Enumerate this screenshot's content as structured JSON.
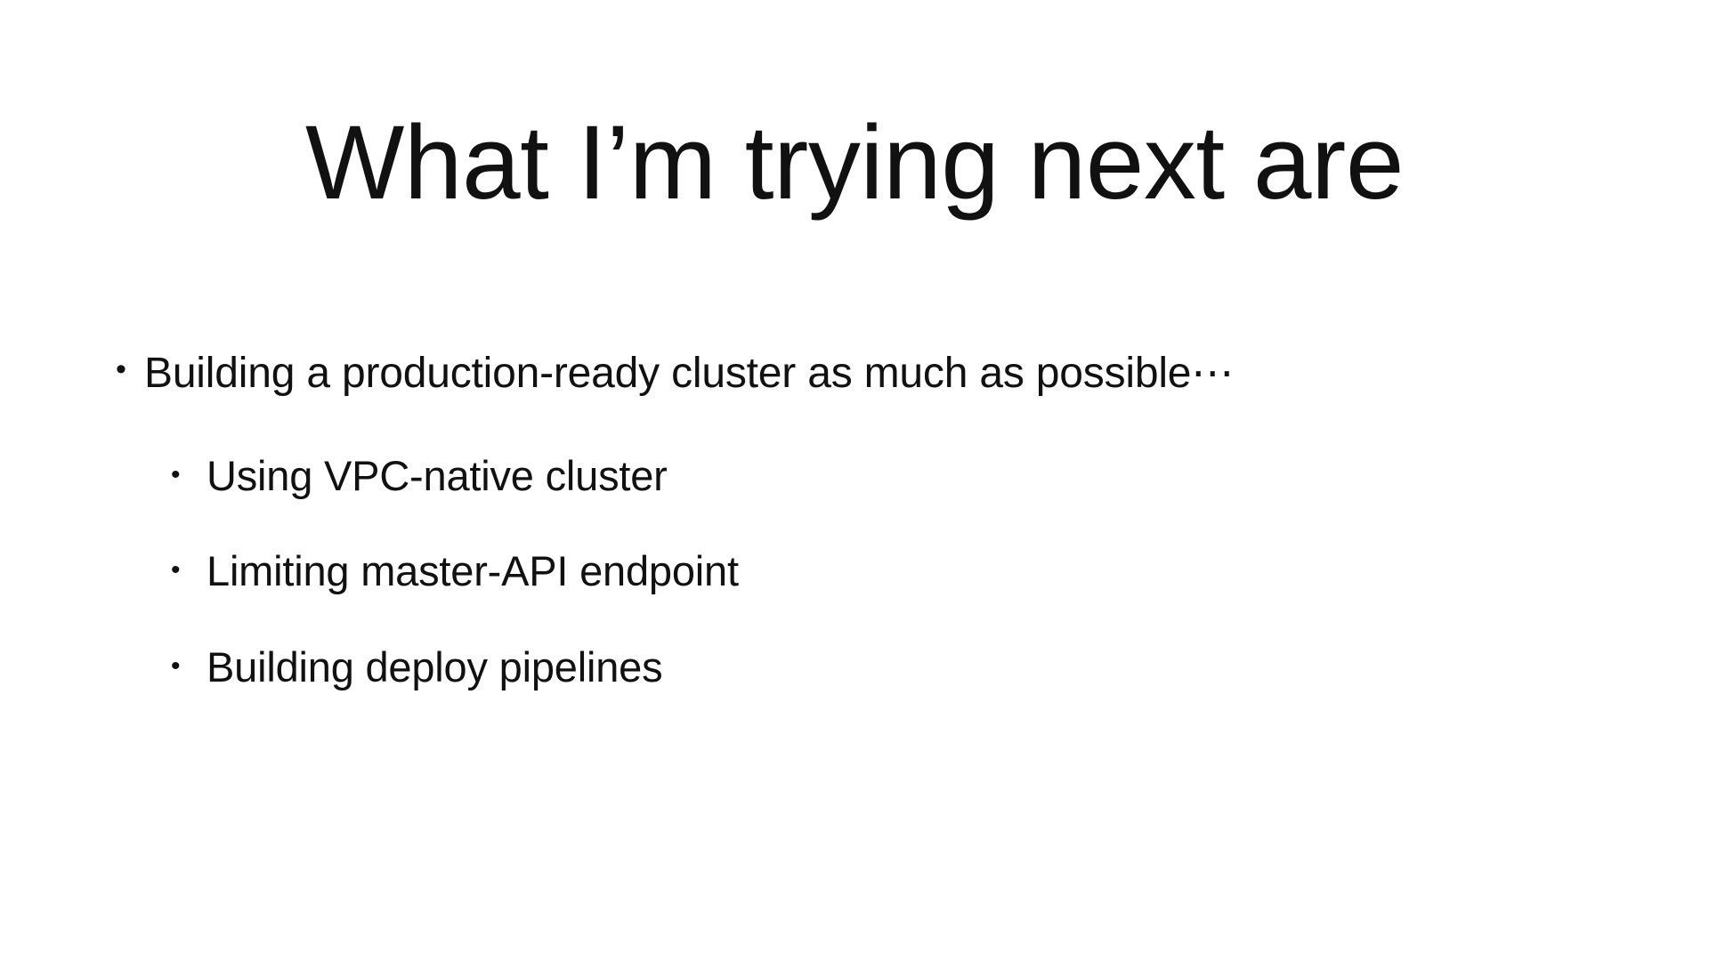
{
  "slide": {
    "background_color": "#ffffff",
    "text_color": "#111111",
    "title": "What I’m trying next are",
    "bullets": [
      {
        "level": 1,
        "marker": "•",
        "text": "Building a production-ready cluster as much as possible⋯"
      },
      {
        "level": 2,
        "marker": "•",
        "text": "Using VPC-native cluster"
      },
      {
        "level": 2,
        "marker": "•",
        "text": "Limiting master-API endpoint"
      },
      {
        "level": 2,
        "marker": "•",
        "text": "Building deploy pipelines"
      }
    ]
  }
}
